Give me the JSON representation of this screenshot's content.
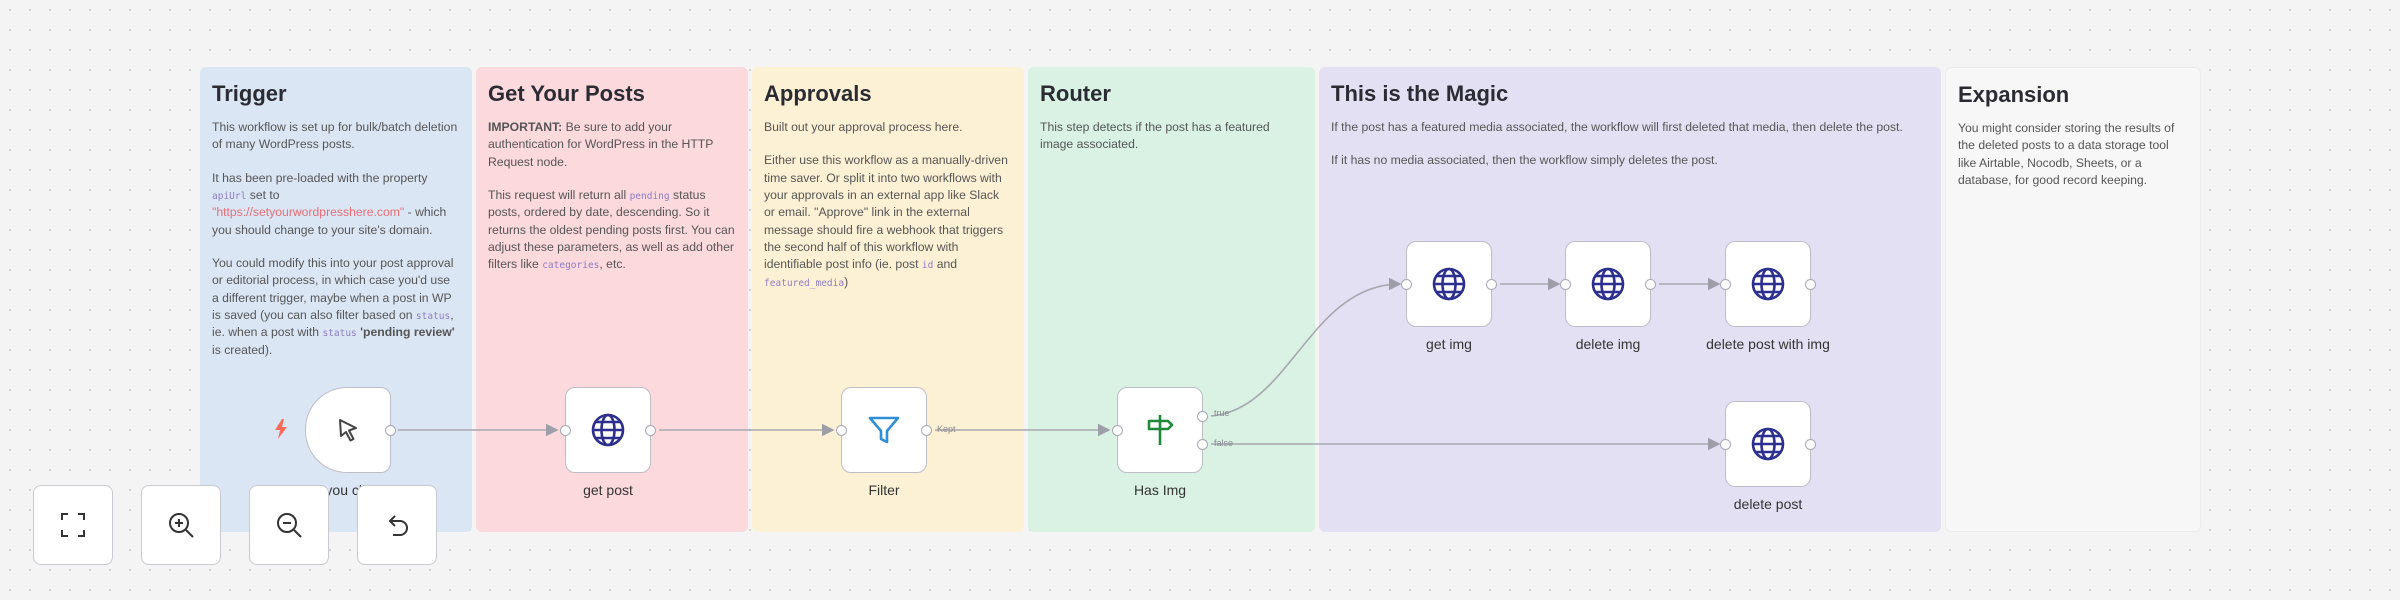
{
  "sections": {
    "trigger": {
      "title": "Trigger",
      "p1": "This workflow is set up for bulk/batch deletion of many WordPress posts.",
      "p2a": "It has been pre-loaded with the property",
      "p2_code": "apiUrl",
      "p2b": "set to",
      "p2_link": "\"https://setyourwordpresshere.com\"",
      "p2c": "- which you should change to your site's domain.",
      "p3a": "You could modify this into your post approval or editorial process, in which case you'd use a different trigger, maybe when a post in WP is saved (you can also filter based on",
      "p3_code1": "status",
      "p3b": ", ie. when a post with",
      "p3_code2": "status",
      "p3_strong": "'pending review'",
      "p3c": "is created)."
    },
    "get_posts": {
      "title": "Get Your Posts",
      "p1_strong": "IMPORTANT:",
      "p1": "Be sure to add your authentication for WordPress in the HTTP Request node.",
      "p2a": "This request will return all",
      "p2_code1": "pending",
      "p2b": "status posts, ordered by date, descending. So it returns the oldest pending posts first. You can adjust these parameters, as well as add other filters like",
      "p2_code2": "categories",
      "p2c": ", etc."
    },
    "approvals": {
      "title": "Approvals",
      "p1": "Built out your approval process here.",
      "p2a": "Either use this workflow as a manually-driven time saver. Or split it into two workflows with your approvals in an external app like Slack or email. \"Approve\" link in the external message should fire a webhook that triggers the second half of this workflow with identifiable post info (ie. post",
      "p2_code1": "id",
      "p2b": "and",
      "p2_code2": "featured_media",
      "p2c": ")"
    },
    "router": {
      "title": "Router",
      "p1": "This step detects if the post has a featured image associated."
    },
    "magic": {
      "title": "This is the Magic",
      "p1": "If the post has a featured media associated, the workflow will first deleted that media, then delete the post.",
      "p2": "If it has no media associated, then the workflow simply deletes the post."
    },
    "expansion": {
      "title": "Expansion",
      "p1": "You might consider storing the results of the deleted posts to a data storage tool like Airtable, Nocodb, Sheets, or a database, for good record keeping."
    }
  },
  "nodes": {
    "trigger": {
      "label": "When you click here",
      "icon": "cursor-click-icon"
    },
    "get_post": {
      "label": "get post",
      "icon": "globe-icon"
    },
    "filter": {
      "label": "Filter",
      "icon": "filter-funnel-icon"
    },
    "has_img": {
      "label": "Has Img",
      "icon": "signpost-router-icon"
    },
    "get_img": {
      "label": "get img",
      "icon": "globe-icon"
    },
    "delete_img": {
      "label": "delete img",
      "icon": "globe-icon"
    },
    "delete_post_with_img": {
      "label": "delete post with img",
      "icon": "globe-icon"
    },
    "delete_post": {
      "label": "delete post",
      "icon": "globe-icon"
    }
  },
  "edge_labels": {
    "filter_kept": "Kept",
    "router_true": "true",
    "router_false": "false"
  },
  "controls": [
    "fit-view-button",
    "zoom-in-button",
    "zoom-out-button",
    "undo-button"
  ],
  "colors": {
    "trigger_bg": "#dbe6f5",
    "get_posts_bg": "#fbd9dc",
    "approvals_bg": "#fdf1d5",
    "router_bg": "#d9f2e3",
    "magic_bg": "#e4e0f3",
    "expansion_bg": "#f7f7f7",
    "http_icon": "#2d2f8e",
    "filter_icon": "#2f8fd6",
    "router_icon": "#1e8a3a",
    "bolt": "#ff6b5b"
  }
}
